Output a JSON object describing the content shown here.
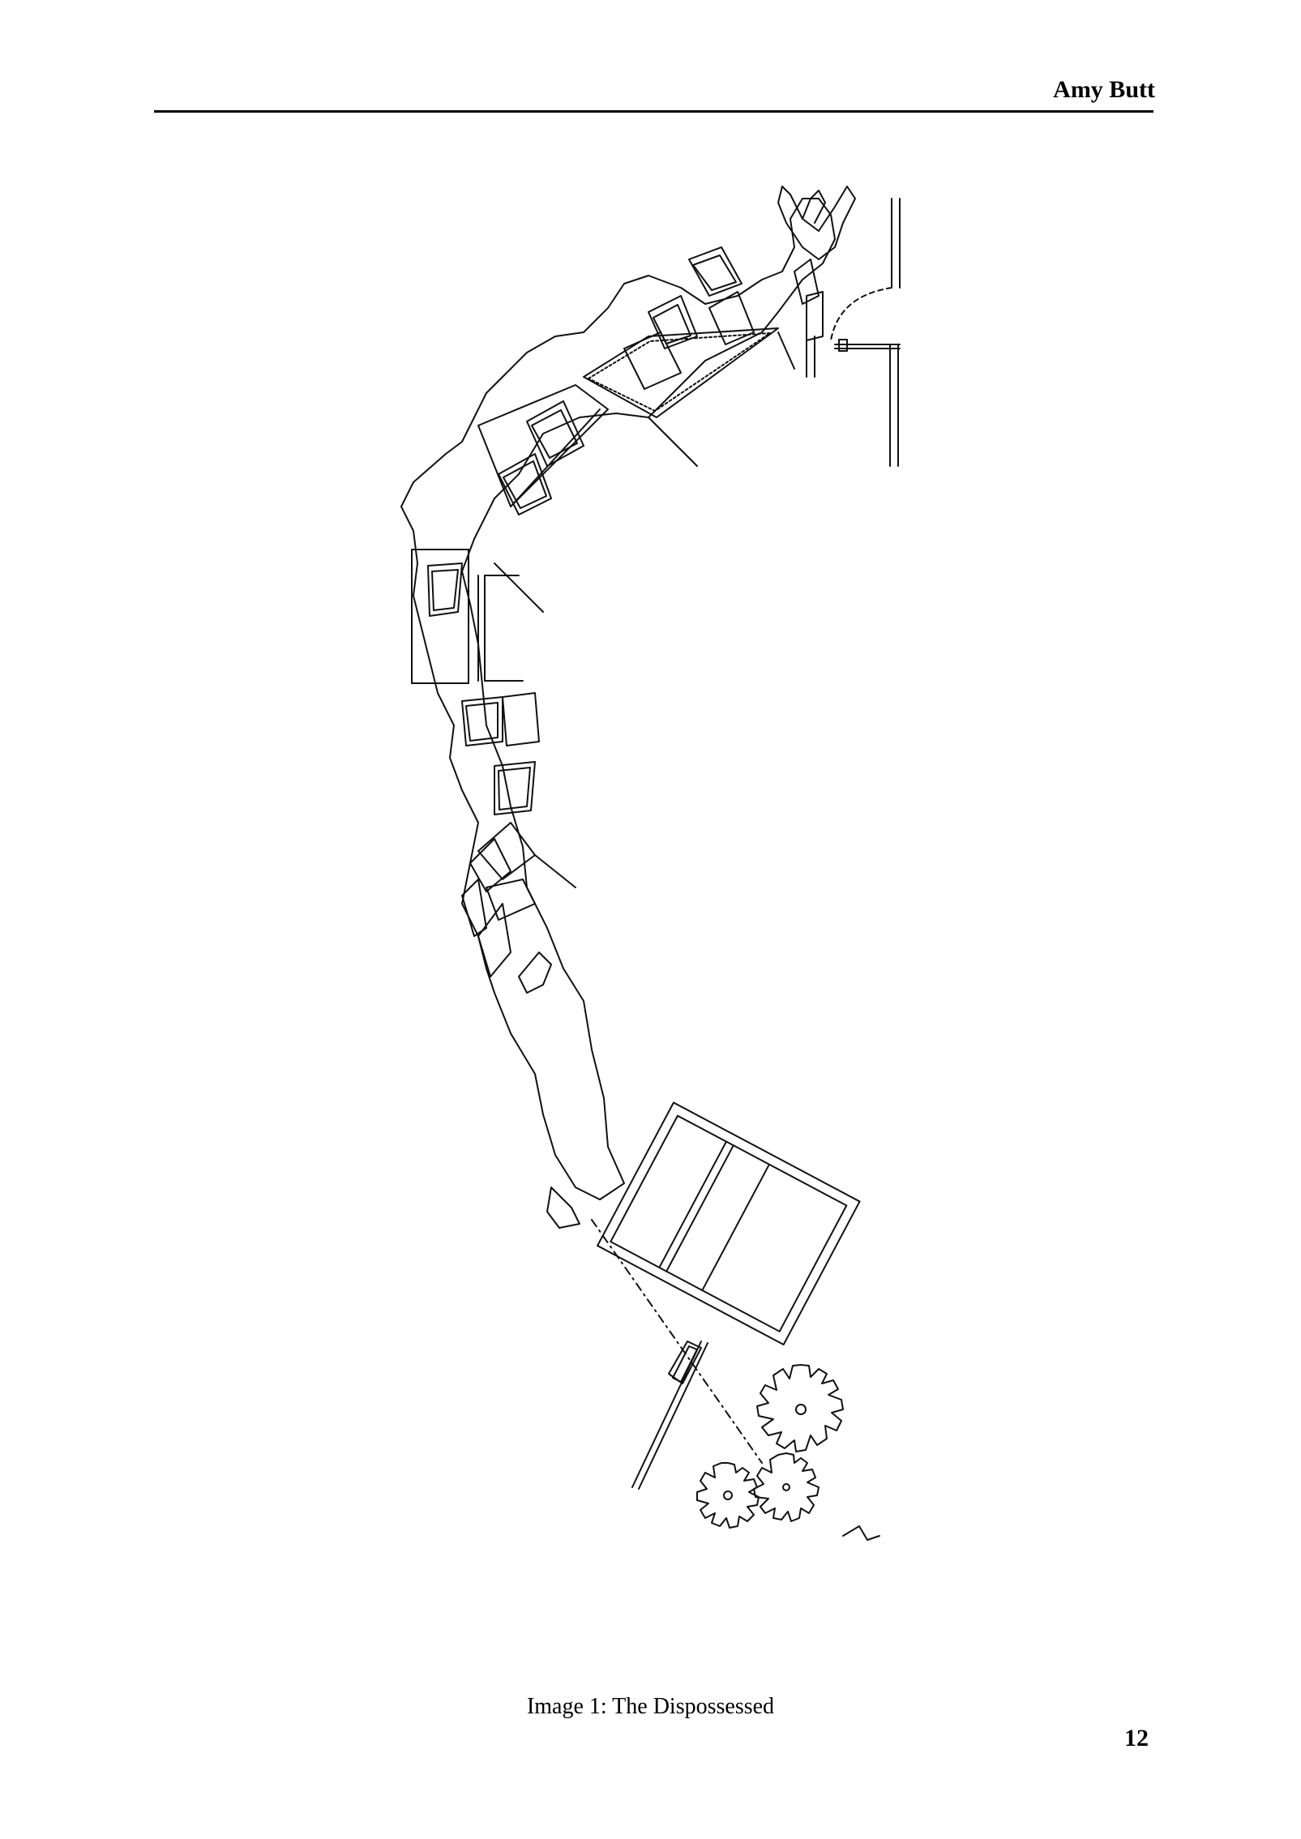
{
  "header": {
    "author": "Amy Butt"
  },
  "figure": {
    "caption": "Image 1: The Dispossessed"
  },
  "page": {
    "number": "12"
  }
}
